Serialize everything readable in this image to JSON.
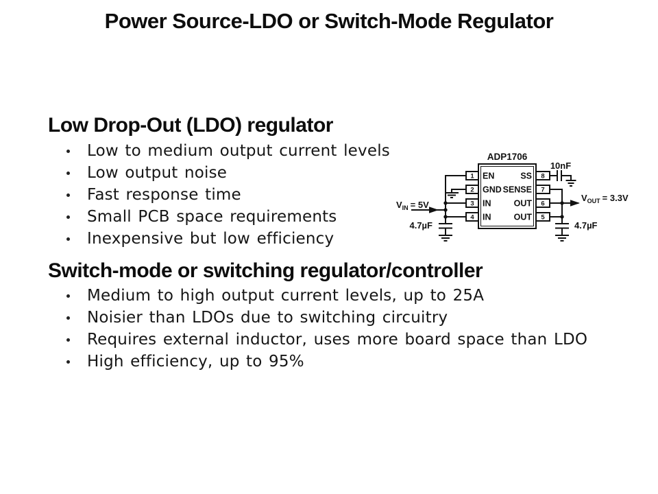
{
  "slide": {
    "title": "Power Source-LDO or Switch-Mode Regulator",
    "section1": {
      "heading": "Low Drop-Out (LDO) regulator",
      "bullets": [
        "Low to medium output current levels",
        "Low output noise",
        "Fast response time",
        "Small PCB space requirements",
        "Inexpensive but low efficiency"
      ]
    },
    "section2": {
      "heading": "Switch-mode or switching regulator/controller",
      "bullets": [
        "Medium to high output current levels, up to 25A",
        "Noisier than LDOs due to switching circuitry",
        "Requires external inductor, uses more board space than LDO",
        "High efficiency, up to 95%"
      ]
    }
  },
  "diagram": {
    "chip_name": "ADP1706",
    "pins_left": [
      {
        "num": "1",
        "label": "EN"
      },
      {
        "num": "2",
        "label": "GND"
      },
      {
        "num": "3",
        "label": "IN"
      },
      {
        "num": "4",
        "label": "IN"
      }
    ],
    "pins_right": [
      {
        "num": "8",
        "label": "SS"
      },
      {
        "num": "7",
        "label": "SENSE"
      },
      {
        "num": "6",
        "label": "OUT"
      },
      {
        "num": "5",
        "label": "OUT"
      }
    ],
    "input_net": {
      "sym": "V",
      "sub": "IN",
      "eq": "= 5V"
    },
    "output_net": {
      "sym": "V",
      "sub": "OUT",
      "eq": "= 3.3V"
    },
    "cap_input": "4.7µF",
    "cap_output": "4.7µF",
    "cap_softstart": "10nF",
    "ink_color": "#111111"
  }
}
